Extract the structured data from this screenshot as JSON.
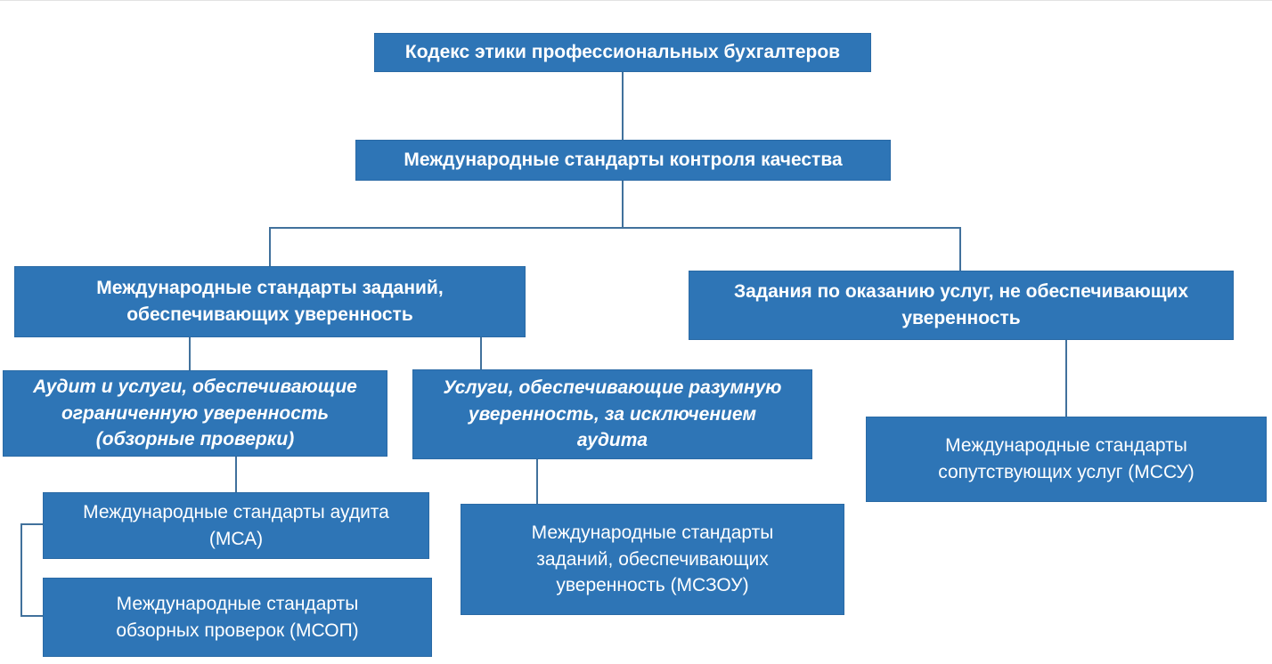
{
  "diagram": {
    "title_meaning": "Система международных стандартов аудита",
    "colors": {
      "box_fill": "#2E75B6",
      "box_border": "#2A6AA5",
      "connector": "#41719C",
      "text": "#FFFFFF",
      "background": "#FFFFFF"
    },
    "nodes": [
      {
        "id": "kodeks",
        "label": "Кодекс этики профессиональных бухгалтеров",
        "style": "bold"
      },
      {
        "id": "mskk",
        "label": "Международные стандарты контроля качества",
        "style": "bold"
      },
      {
        "id": "msz",
        "label": "Международные стандарты заданий,\nобеспечивающих уверенность",
        "style": "bold"
      },
      {
        "id": "zadaniya",
        "label": "Задания по оказанию услуг, не обеспечивающих\nуверенность",
        "style": "bold"
      },
      {
        "id": "audit",
        "label": "Аудит и услуги, обеспечивающие\nограниченную уверенность\n(обзорные проверки)",
        "style": "bold-italic"
      },
      {
        "id": "uslugi",
        "label": "Услуги, обеспечивающие разумную\nуверенность, за исключением\nаудита",
        "style": "bold-italic"
      },
      {
        "id": "mssu",
        "label": "Международные стандарты\nсопутствующих услуг (МССУ)",
        "style": "regular"
      },
      {
        "id": "msa",
        "label": "Международные стандарты аудита\n(МСА)",
        "style": "regular"
      },
      {
        "id": "msop",
        "label": "Международные стандарты\nобзорных проверок (МСОП)",
        "style": "regular"
      },
      {
        "id": "mszou",
        "label": "Международные стандарты\nзаданий, обеспечивающих\nуверенность (МСЗОУ)",
        "style": "regular"
      }
    ],
    "edges": [
      {
        "from": "kodeks",
        "to": "mskk"
      },
      {
        "from": "mskk",
        "to": "msz"
      },
      {
        "from": "mskk",
        "to": "zadaniya"
      },
      {
        "from": "msz",
        "to": "audit"
      },
      {
        "from": "msz",
        "to": "uslugi"
      },
      {
        "from": "audit",
        "to": "msa"
      },
      {
        "from": "audit",
        "to": "msop"
      },
      {
        "from": "uslugi",
        "to": "mszou"
      },
      {
        "from": "zadaniya",
        "to": "mssu"
      }
    ]
  }
}
